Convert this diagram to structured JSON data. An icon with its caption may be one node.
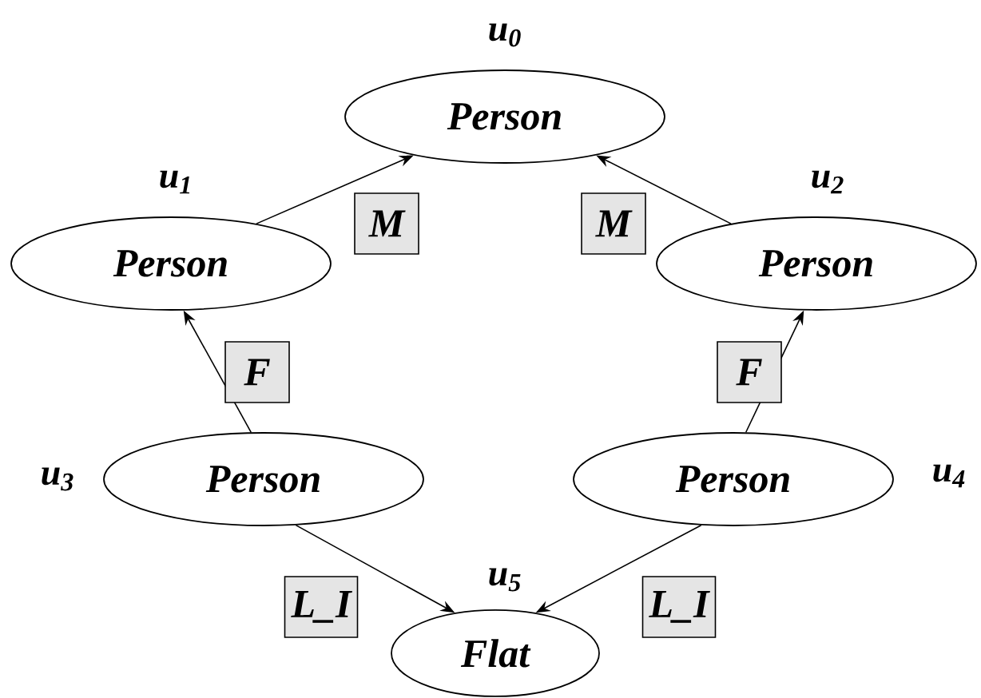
{
  "diagram": {
    "nodes": [
      {
        "text": [
          "Person"
        ],
        "beside": [
          "u$_{0}$"
        ]
      },
      {
        "text": [
          "Person"
        ],
        "beside": [
          "u$_{1}$"
        ]
      },
      {
        "text": [
          "Person"
        ],
        "beside": [
          "u$_{2}$"
        ]
      },
      {
        "text": [
          "Person"
        ],
        "beside": [
          "u$_{3}$"
        ]
      },
      {
        "text": [
          "Person"
        ],
        "beside": [
          "u$_{4}$"
        ]
      },
      {
        "text": [
          "Flat"
        ],
        "beside": [
          "u$_{5}$"
        ]
      }
    ],
    "edges": [
      {
        "from": 1,
        "to": 0,
        "arrow": "to",
        "label": "M"
      },
      {
        "from": 2,
        "to": 0,
        "arrow": "to",
        "label": "M"
      },
      {
        "from": 3,
        "to": 1,
        "arrow": "to",
        "label": "F"
      },
      {
        "from": 4,
        "to": 2,
        "arrow": "to",
        "label": "F"
      },
      {
        "from": 3,
        "to": 5,
        "arrow": "to",
        "label": "L_I"
      },
      {
        "from": 4,
        "to": 5,
        "arrow": "to",
        "label": "L_I"
      }
    ]
  }
}
